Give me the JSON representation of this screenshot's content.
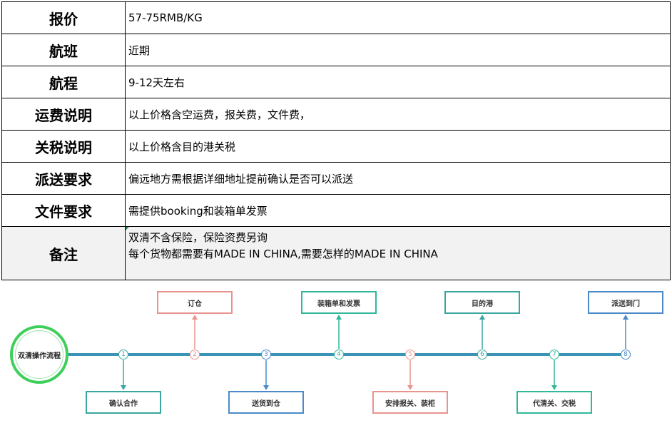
{
  "table": {
    "rows": [
      {
        "key": "报价",
        "value": "57-75RMB/KG"
      },
      {
        "key": "航班",
        "value": "近期"
      },
      {
        "key": "航程",
        "value": "9-12天左右"
      },
      {
        "key": "运费说明",
        "value": "以上价格含空运费，报关费，文件费，"
      },
      {
        "key": "关税说明",
        "value": "以上价格含目的港关税"
      },
      {
        "key": "派送要求",
        "value": "偏远地方需根据详细地址提前确认是否可以派送"
      },
      {
        "key": "文件要求",
        "value": "需提供booking和装箱单发票"
      }
    ],
    "remark": {
      "key": "备注",
      "line1": "双清不含保险，保险资费另询",
      "line2": "每个货物都需要有MADE IN CHINA,需要怎样的MADE IN CHINA"
    }
  },
  "flow": {
    "start_label": "双清操作流程",
    "steps": [
      {
        "num": "1",
        "label": "确认合作",
        "color": "#3aa6a0",
        "pos": "below"
      },
      {
        "num": "2",
        "label": "订仓",
        "color": "#e8948e",
        "pos": "above"
      },
      {
        "num": "3",
        "label": "送货到仓",
        "color": "#4b8ac9",
        "pos": "below"
      },
      {
        "num": "4",
        "label": "装箱单和发票",
        "color": "#2fb89a",
        "pos": "above"
      },
      {
        "num": "5",
        "label": "安排报关、装柜",
        "color": "#e8948e",
        "pos": "below"
      },
      {
        "num": "6",
        "label": "目的港",
        "color": "#3aa6a0",
        "pos": "above"
      },
      {
        "num": "7",
        "label": "代清关、交税",
        "color": "#2fb89a",
        "pos": "below"
      },
      {
        "num": "8",
        "label": "派送到门",
        "color": "#4b8ac9",
        "pos": "above"
      }
    ],
    "colors": {
      "line": "#3c93b8",
      "start_ring": "#3ecf5a"
    }
  }
}
